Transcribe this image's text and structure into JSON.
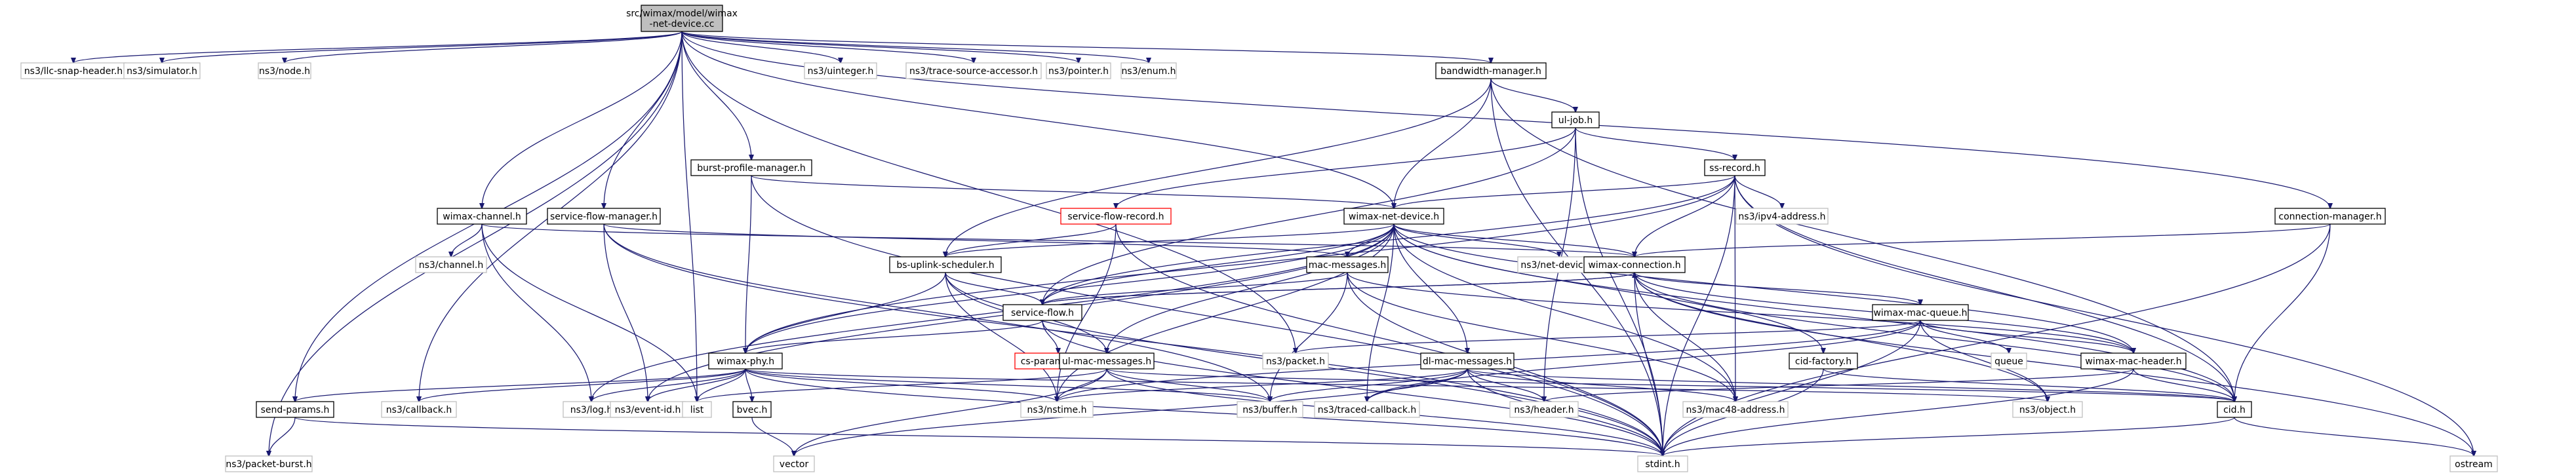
{
  "diagram": {
    "type": "include-dependency-graph",
    "colors": {
      "edge": "#191970",
      "node_border": "#000000",
      "node_fill": "#ffffff",
      "root_fill": "#bfbfbf",
      "external_border": "#bfbfbf",
      "external_text": "#404040",
      "truncated_border": "#ff0000"
    },
    "nodes": [
      {
        "id": "root",
        "lines": [
          "src/wimax/model/wimax",
          "-net-device.cc"
        ],
        "style": "root"
      },
      {
        "id": "llc",
        "lines": [
          "ns3/llc-snap-header.h"
        ],
        "style": "external"
      },
      {
        "id": "simulator",
        "lines": [
          "ns3/simulator.h"
        ],
        "style": "external"
      },
      {
        "id": "node",
        "lines": [
          "ns3/node.h"
        ],
        "style": "external"
      },
      {
        "id": "uinteger",
        "lines": [
          "ns3/uinteger.h"
        ],
        "style": "external"
      },
      {
        "id": "tsa",
        "lines": [
          "ns3/trace-source-accessor.h"
        ],
        "style": "external"
      },
      {
        "id": "pointer",
        "lines": [
          "ns3/pointer.h"
        ],
        "style": "external"
      },
      {
        "id": "enum",
        "lines": [
          "ns3/enum.h"
        ],
        "style": "external"
      },
      {
        "id": "bwm",
        "lines": [
          "bandwidth-manager.h"
        ],
        "style": "normal"
      },
      {
        "id": "uljob",
        "lines": [
          "ul-job.h"
        ],
        "style": "normal"
      },
      {
        "id": "ssrecord",
        "lines": [
          "ss-record.h"
        ],
        "style": "normal"
      },
      {
        "id": "ipv4",
        "lines": [
          "ns3/ipv4-address.h"
        ],
        "style": "external"
      },
      {
        "id": "bpm",
        "lines": [
          "burst-profile-manager.h"
        ],
        "style": "normal"
      },
      {
        "id": "sfr",
        "lines": [
          "service-flow-record.h"
        ],
        "style": "truncated"
      },
      {
        "id": "wnd",
        "lines": [
          "wimax-net-device.h"
        ],
        "style": "normal"
      },
      {
        "id": "conmgr",
        "lines": [
          "connection-manager.h"
        ],
        "style": "normal"
      },
      {
        "id": "wchan",
        "lines": [
          "wimax-channel.h"
        ],
        "style": "normal"
      },
      {
        "id": "sfm",
        "lines": [
          "service-flow-manager.h"
        ],
        "style": "normal"
      },
      {
        "id": "channel",
        "lines": [
          "ns3/channel.h"
        ],
        "style": "external"
      },
      {
        "id": "bsus",
        "lines": [
          "bs-uplink-scheduler.h"
        ],
        "style": "normal"
      },
      {
        "id": "macmsg",
        "lines": [
          "mac-messages.h"
        ],
        "style": "normal"
      },
      {
        "id": "netdev",
        "lines": [
          "ns3/net-device.h"
        ],
        "style": "external"
      },
      {
        "id": "wconn",
        "lines": [
          "wimax-connection.h"
        ],
        "style": "normal"
      },
      {
        "id": "sflow",
        "lines": [
          "service-flow.h"
        ],
        "style": "normal"
      },
      {
        "id": "wmq",
        "lines": [
          "wimax-mac-queue.h"
        ],
        "style": "normal"
      },
      {
        "id": "csparam",
        "lines": [
          "cs-parameters.h"
        ],
        "style": "truncated"
      },
      {
        "id": "packet",
        "lines": [
          "ns3/packet.h"
        ],
        "style": "external"
      },
      {
        "id": "ulmac",
        "lines": [
          "ul-mac-messages.h"
        ],
        "style": "normal"
      },
      {
        "id": "dlmac",
        "lines": [
          "dl-mac-messages.h"
        ],
        "style": "normal"
      },
      {
        "id": "cidf",
        "lines": [
          "cid-factory.h"
        ],
        "style": "normal"
      },
      {
        "id": "queue",
        "lines": [
          "queue"
        ],
        "style": "external"
      },
      {
        "id": "wmh",
        "lines": [
          "wimax-mac-header.h"
        ],
        "style": "normal"
      },
      {
        "id": "wphy",
        "lines": [
          "wimax-phy.h"
        ],
        "style": "normal"
      },
      {
        "id": "sendp",
        "lines": [
          "send-params.h"
        ],
        "style": "normal"
      },
      {
        "id": "callback",
        "lines": [
          "ns3/callback.h"
        ],
        "style": "external"
      },
      {
        "id": "log",
        "lines": [
          "ns3/log.h"
        ],
        "style": "external"
      },
      {
        "id": "eventid",
        "lines": [
          "ns3/event-id.h"
        ],
        "style": "external"
      },
      {
        "id": "list",
        "lines": [
          "list"
        ],
        "style": "external"
      },
      {
        "id": "bvec",
        "lines": [
          "bvec.h"
        ],
        "style": "normal"
      },
      {
        "id": "nstime",
        "lines": [
          "ns3/nstime.h"
        ],
        "style": "external"
      },
      {
        "id": "buffer",
        "lines": [
          "ns3/buffer.h"
        ],
        "style": "external"
      },
      {
        "id": "traced",
        "lines": [
          "ns3/traced-callback.h"
        ],
        "style": "external"
      },
      {
        "id": "header",
        "lines": [
          "ns3/header.h"
        ],
        "style": "external"
      },
      {
        "id": "mac48",
        "lines": [
          "ns3/mac48-address.h"
        ],
        "style": "external"
      },
      {
        "id": "object",
        "lines": [
          "ns3/object.h"
        ],
        "style": "external"
      },
      {
        "id": "cid",
        "lines": [
          "cid.h"
        ],
        "style": "normal"
      },
      {
        "id": "pburst",
        "lines": [
          "ns3/packet-burst.h"
        ],
        "style": "external"
      },
      {
        "id": "vector",
        "lines": [
          "vector"
        ],
        "style": "external"
      },
      {
        "id": "stdint",
        "lines": [
          "stdint.h"
        ],
        "style": "external"
      },
      {
        "id": "ostream",
        "lines": [
          "ostream"
        ],
        "style": "external"
      }
    ],
    "edges": [
      [
        "root",
        "llc"
      ],
      [
        "root",
        "simulator"
      ],
      [
        "root",
        "node"
      ],
      [
        "root",
        "uinteger"
      ],
      [
        "root",
        "tsa"
      ],
      [
        "root",
        "pointer"
      ],
      [
        "root",
        "enum"
      ],
      [
        "root",
        "bwm"
      ],
      [
        "root",
        "conmgr"
      ],
      [
        "root",
        "bpm"
      ],
      [
        "root",
        "wnd"
      ],
      [
        "root",
        "wchan"
      ],
      [
        "root",
        "sfm"
      ],
      [
        "root",
        "packet"
      ],
      [
        "root",
        "list"
      ],
      [
        "root",
        "callback"
      ],
      [
        "root",
        "sendp"
      ],
      [
        "root",
        "pburst"
      ],
      [
        "bwm",
        "uljob"
      ],
      [
        "bwm",
        "wnd"
      ],
      [
        "bwm",
        "bsus"
      ],
      [
        "bwm",
        "cid"
      ],
      [
        "bwm",
        "stdint"
      ],
      [
        "uljob",
        "ssrecord"
      ],
      [
        "uljob",
        "sflow"
      ],
      [
        "uljob",
        "sfr"
      ],
      [
        "uljob",
        "header"
      ],
      [
        "uljob",
        "stdint"
      ],
      [
        "ssrecord",
        "ipv4"
      ],
      [
        "ssrecord",
        "wnd"
      ],
      [
        "ssrecord",
        "wconn"
      ],
      [
        "ssrecord",
        "mac48"
      ],
      [
        "ssrecord",
        "stdint"
      ],
      [
        "ssrecord",
        "cid"
      ],
      [
        "ssrecord",
        "ostream"
      ],
      [
        "ssrecord",
        "sflow"
      ],
      [
        "ssrecord",
        "wphy"
      ],
      [
        "bpm",
        "wphy"
      ],
      [
        "bpm",
        "wnd"
      ],
      [
        "bpm",
        "stdint"
      ],
      [
        "sfr",
        "bsus"
      ],
      [
        "sfr",
        "nstime"
      ],
      [
        "sfr",
        "stdint"
      ],
      [
        "wnd",
        "macmsg"
      ],
      [
        "wnd",
        "netdev"
      ],
      [
        "wnd",
        "wconn"
      ],
      [
        "wnd",
        "sflow"
      ],
      [
        "wnd",
        "ulmac"
      ],
      [
        "wnd",
        "dlmac"
      ],
      [
        "wnd",
        "cidf"
      ],
      [
        "wnd",
        "mac48"
      ],
      [
        "wnd",
        "traced"
      ],
      [
        "wnd",
        "nstime"
      ],
      [
        "wnd",
        "log"
      ],
      [
        "wnd",
        "eventid"
      ],
      [
        "wnd",
        "wphy"
      ],
      [
        "wnd",
        "bsus"
      ],
      [
        "wnd",
        "wmh"
      ],
      [
        "wnd",
        "cid"
      ],
      [
        "conmgr",
        "wconn"
      ],
      [
        "conmgr",
        "cid"
      ],
      [
        "conmgr",
        "stdint"
      ],
      [
        "wchan",
        "channel"
      ],
      [
        "wchan",
        "log"
      ],
      [
        "wchan",
        "list"
      ],
      [
        "wchan",
        "wconn"
      ],
      [
        "sfm",
        "eventid"
      ],
      [
        "sfm",
        "stdint"
      ],
      [
        "sfm",
        "buffer"
      ],
      [
        "sfm",
        "macmsg"
      ],
      [
        "bsus",
        "sflow"
      ],
      [
        "bsus",
        "ulmac"
      ],
      [
        "bsus",
        "wphy"
      ],
      [
        "bsus",
        "nstime"
      ],
      [
        "bsus",
        "stdint"
      ],
      [
        "macmsg",
        "sflow"
      ],
      [
        "macmsg",
        "mac48"
      ],
      [
        "macmsg",
        "buffer"
      ],
      [
        "macmsg",
        "wmh"
      ],
      [
        "macmsg",
        "stdint"
      ],
      [
        "wconn",
        "wmq"
      ],
      [
        "wconn",
        "wmh"
      ],
      [
        "wconn",
        "cid"
      ],
      [
        "wconn",
        "stdint"
      ],
      [
        "wconn",
        "object"
      ],
      [
        "wconn",
        "ostream"
      ],
      [
        "wconn",
        "sflow"
      ],
      [
        "wconn",
        "mac48"
      ],
      [
        "sflow",
        "wphy"
      ],
      [
        "sflow",
        "csparam"
      ],
      [
        "sflow",
        "stdint"
      ],
      [
        "sflow",
        "wconn"
      ],
      [
        "wmq",
        "packet"
      ],
      [
        "wmq",
        "queue"
      ],
      [
        "wmq",
        "wmh"
      ],
      [
        "wmq",
        "object"
      ],
      [
        "wmq",
        "traced"
      ],
      [
        "wmq",
        "nstime"
      ],
      [
        "wmq",
        "stdint"
      ],
      [
        "ulmac",
        "buffer"
      ],
      [
        "ulmac",
        "nstime"
      ],
      [
        "ulmac",
        "cid"
      ],
      [
        "ulmac",
        "vector"
      ],
      [
        "ulmac",
        "stdint"
      ],
      [
        "ulmac",
        "list"
      ],
      [
        "dlmac",
        "header"
      ],
      [
        "dlmac",
        "buffer"
      ],
      [
        "dlmac",
        "mac48"
      ],
      [
        "dlmac",
        "cid"
      ],
      [
        "dlmac",
        "nstime"
      ],
      [
        "dlmac",
        "vector"
      ],
      [
        "dlmac",
        "stdint"
      ],
      [
        "dlmac",
        "traced"
      ],
      [
        "cidf",
        "cid"
      ],
      [
        "cidf",
        "stdint"
      ],
      [
        "wmh",
        "header"
      ],
      [
        "wmh",
        "cid"
      ],
      [
        "wmh",
        "stdint"
      ],
      [
        "wphy",
        "sendp"
      ],
      [
        "wphy",
        "callback"
      ],
      [
        "wphy",
        "log"
      ],
      [
        "wphy",
        "eventid"
      ],
      [
        "wphy",
        "list"
      ],
      [
        "wphy",
        "bvec"
      ],
      [
        "wphy",
        "nstime"
      ],
      [
        "wphy",
        "buffer"
      ],
      [
        "wphy",
        "object"
      ],
      [
        "wphy",
        "stdint"
      ],
      [
        "sendp",
        "pburst"
      ],
      [
        "sendp",
        "stdint"
      ],
      [
        "bvec",
        "vector"
      ],
      [
        "cid",
        "stdint"
      ],
      [
        "cid",
        "ostream"
      ]
    ]
  }
}
